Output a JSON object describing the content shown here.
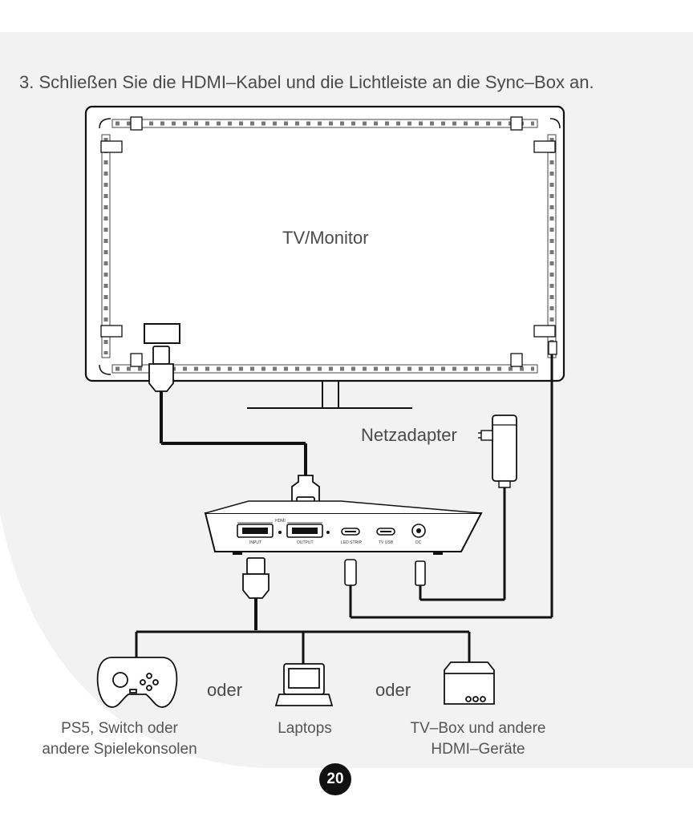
{
  "instruction": "3. Schließen Sie die HDMI–Kabel und die Lichtleiste an die Sync–Box an.",
  "tv_label": "TV/Monitor",
  "adapter_label": "Netzadapter",
  "ports": {
    "header": "HDMI",
    "input": "INPUT",
    "output": "OUTPUT",
    "led_strip": "LED STRIP",
    "tv_usb": "TV USB",
    "dc": "DC"
  },
  "or_label_1": "oder",
  "or_label_2": "oder",
  "devices": {
    "gaming_console": {
      "line1": "PS5, Switch oder",
      "line2": "andere Spielekonsolen",
      "icon": "gamepad-icon"
    },
    "laptop": {
      "line1": "Laptops",
      "icon": "laptop-icon"
    },
    "tv_box": {
      "line1": "TV–Box und andere",
      "line2": "HDMI–Geräte",
      "icon": "tv-box-icon"
    }
  },
  "page_number": "20",
  "colors": {
    "background_shape": "#f2f2f2",
    "line": "#111111",
    "page_badge": "#111111"
  }
}
